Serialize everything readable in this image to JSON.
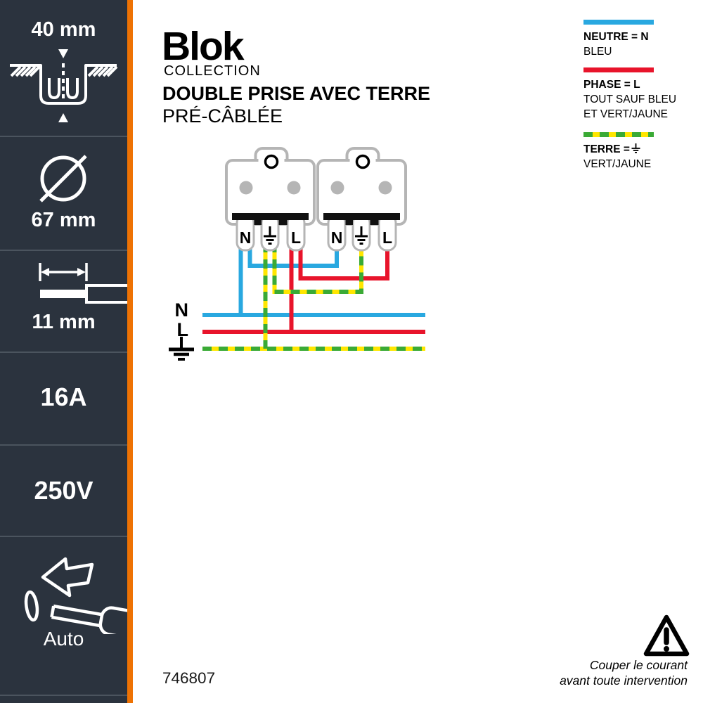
{
  "product": {
    "brand": "Blok",
    "collection": "COLLECTION",
    "title": "DOUBLE PRISE AVEC TERRE",
    "subtitle": "PRÉ-CÂBLÉE",
    "reference": "746807"
  },
  "sidebar": {
    "background_color": "#2b333e",
    "accent_color": "#ee7203",
    "specs": [
      {
        "id": "box-depth",
        "label": "40 mm",
        "icon": "flush-box-depth-icon"
      },
      {
        "id": "box-diameter",
        "label": "67 mm",
        "icon": "diameter-icon"
      },
      {
        "id": "strip-length",
        "label": "11 mm",
        "icon": "wire-strip-icon"
      },
      {
        "id": "current-rating",
        "label": "16A"
      },
      {
        "id": "voltage-rating",
        "label": "250V"
      },
      {
        "id": "connection-type",
        "label": "Auto",
        "icon": "screwdriver-free-icon"
      }
    ]
  },
  "legend": {
    "neutral": {
      "title": "NEUTRE = N",
      "desc1": "BLEU",
      "color": "#29a8e0"
    },
    "phase": {
      "title": "PHASE = L",
      "desc1": "TOUT SAUF BLEU",
      "desc2": "ET VERT/JAUNE",
      "color": "#e8142b"
    },
    "earth": {
      "title": "TERRE =",
      "symbol": "⏚",
      "desc1": "VERT/JAUNE",
      "colors": [
        "#3aaa35",
        "#ffe600"
      ]
    }
  },
  "diagram": {
    "terminals": {
      "neutral": "N",
      "earth_symbol": "⏚",
      "live": "L"
    },
    "bus": {
      "neutral": "N",
      "live": "L"
    },
    "wire_colors": {
      "neutral": "#29a8e0",
      "live": "#e8142b",
      "earth_green": "#3aaa35",
      "earth_yellow": "#ffe600"
    }
  },
  "warning": {
    "line1": "Couper le courant",
    "line2": "avant toute intervention"
  }
}
